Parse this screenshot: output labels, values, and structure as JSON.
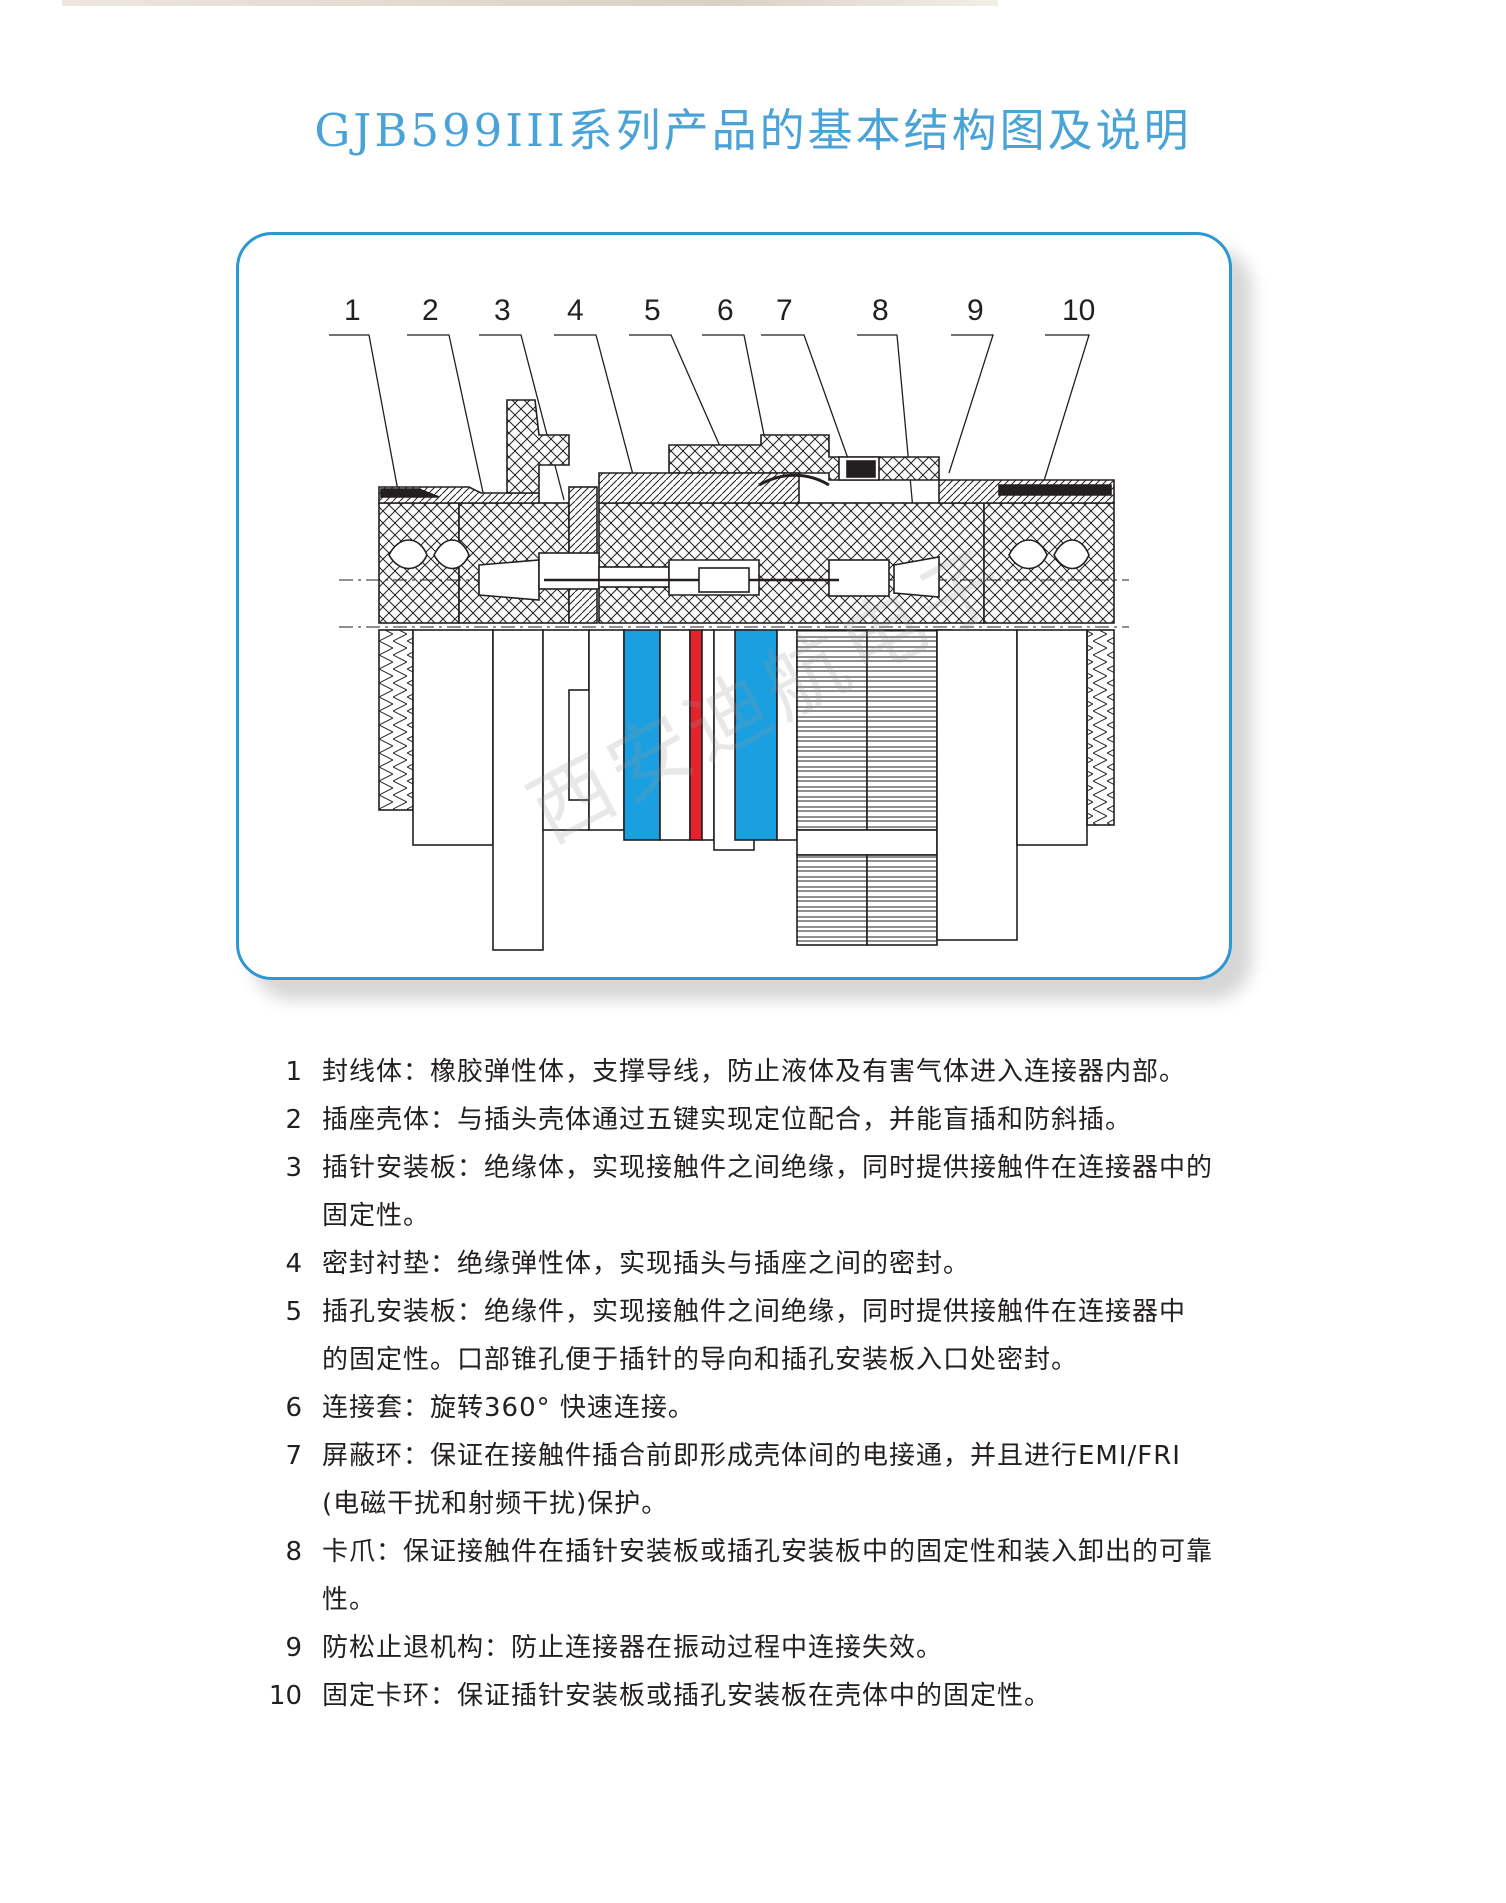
{
  "title": "GJB599III系列产品的基本结构图及说明",
  "figure": {
    "callouts": [
      "1",
      "2",
      "3",
      "4",
      "5",
      "6",
      "7",
      "8",
      "9",
      "10"
    ],
    "watermark": "西安迪航电子",
    "colors": {
      "frame": "#2c97d3",
      "seal_band": "#1a9fe0",
      "red_band": "#e4232d",
      "line": "#231f20"
    }
  },
  "legend": [
    {
      "num": "1",
      "text": "封线体：橡胶弹性体，支撑导线，防止液体及有害气体进入连接器内部。"
    },
    {
      "num": "2",
      "text": "插座壳体：与插头壳体通过五键实现定位配合，并能盲插和防斜插。"
    },
    {
      "num": "3",
      "text": "插针安装板：绝缘体，实现接触件之间绝缘，同时提供接触件在连接器中的固定性。"
    },
    {
      "num": "4",
      "text": "密封衬垫：绝缘弹性体，实现插头与插座之间的密封。"
    },
    {
      "num": "5",
      "text": "插孔安装板：绝缘件，实现接触件之间绝缘，同时提供接触件在连接器中 的固定性。口部锥孔便于插针的导向和插孔安装板入口处密封。"
    },
    {
      "num": "6",
      "text": "连接套：旋转360° 快速连接。"
    },
    {
      "num": "7",
      "text": "屏蔽环：保证在接触件插合前即形成壳体间的电接通，并且进行EMI/FRI (电磁干扰和射频干扰)保护。"
    },
    {
      "num": "8",
      "text": "卡爪：保证接触件在插针安装板或插孔安装板中的固定性和装入卸出的可靠性。"
    },
    {
      "num": "9",
      "text": "防松止退机构：防止连接器在振动过程中连接失效。"
    },
    {
      "num": "10",
      "text": "固定卡环：保证插针安装板或插孔安装板在壳体中的固定性。"
    }
  ]
}
